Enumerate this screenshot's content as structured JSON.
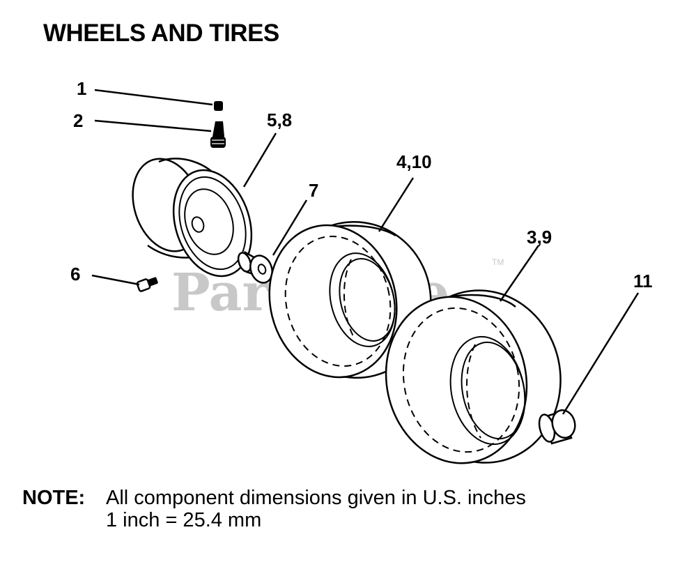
{
  "title": "WHEELS AND TIRES",
  "callouts": {
    "c1": "1",
    "c2": "2",
    "c58": "5,8",
    "c410": "4,10",
    "c7": "7",
    "c39": "3,9",
    "c6": "6",
    "c11": "11"
  },
  "watermark": {
    "text": "PartsTree",
    "tm": "TM"
  },
  "note": {
    "label": "NOTE:",
    "line1": "All component dimensions given in U.S. inches",
    "line2": "1 inch = 25.4 mm"
  }
}
